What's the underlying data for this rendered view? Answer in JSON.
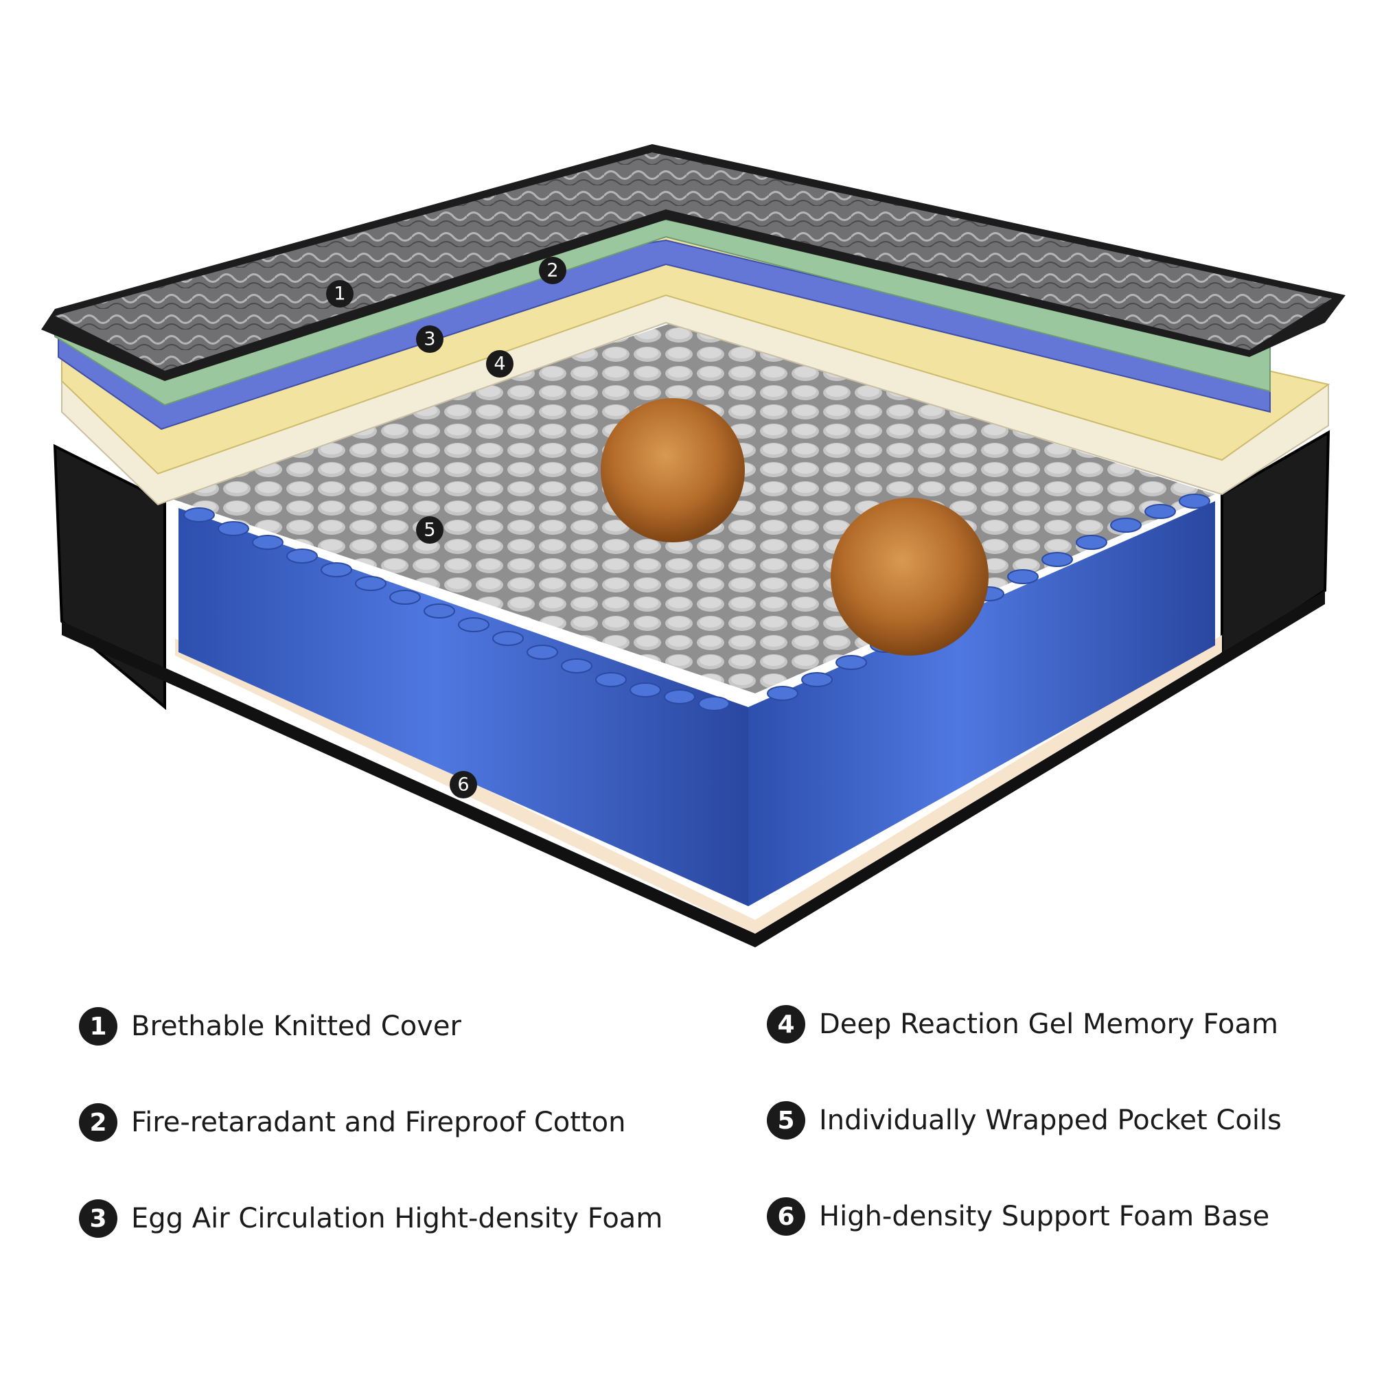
{
  "markers": [
    "1",
    "2",
    "3",
    "4",
    "5",
    "6"
  ],
  "legend": [
    {
      "num": "1",
      "label": "Brethable Knitted Cover"
    },
    {
      "num": "2",
      "label": "Fire-retaradant and Fireproof Cotton"
    },
    {
      "num": "3",
      "label": "Egg Air Circulation Hight-density Foam"
    },
    {
      "num": "4",
      "label": "Deep Reaction Gel Memory Foam"
    },
    {
      "num": "5",
      "label": "Individually Wrapped Pocket Coils"
    },
    {
      "num": "6",
      "label": "High-density Support Foam Base"
    }
  ],
  "colors": {
    "cover": "#6e6e70",
    "cover_edge": "#1c1c1c",
    "cotton": "#9bc79f",
    "egg_foam": "#6577d6",
    "gel_foam": "#f2e3a0",
    "foam_cream": "#f3ecd6",
    "side_panel": "#1a1a1a",
    "coil_blue": "#3f67d1",
    "coil_grey": "#b9b9b9",
    "ball": "#b66d2b",
    "base": "#f7e4cd"
  }
}
